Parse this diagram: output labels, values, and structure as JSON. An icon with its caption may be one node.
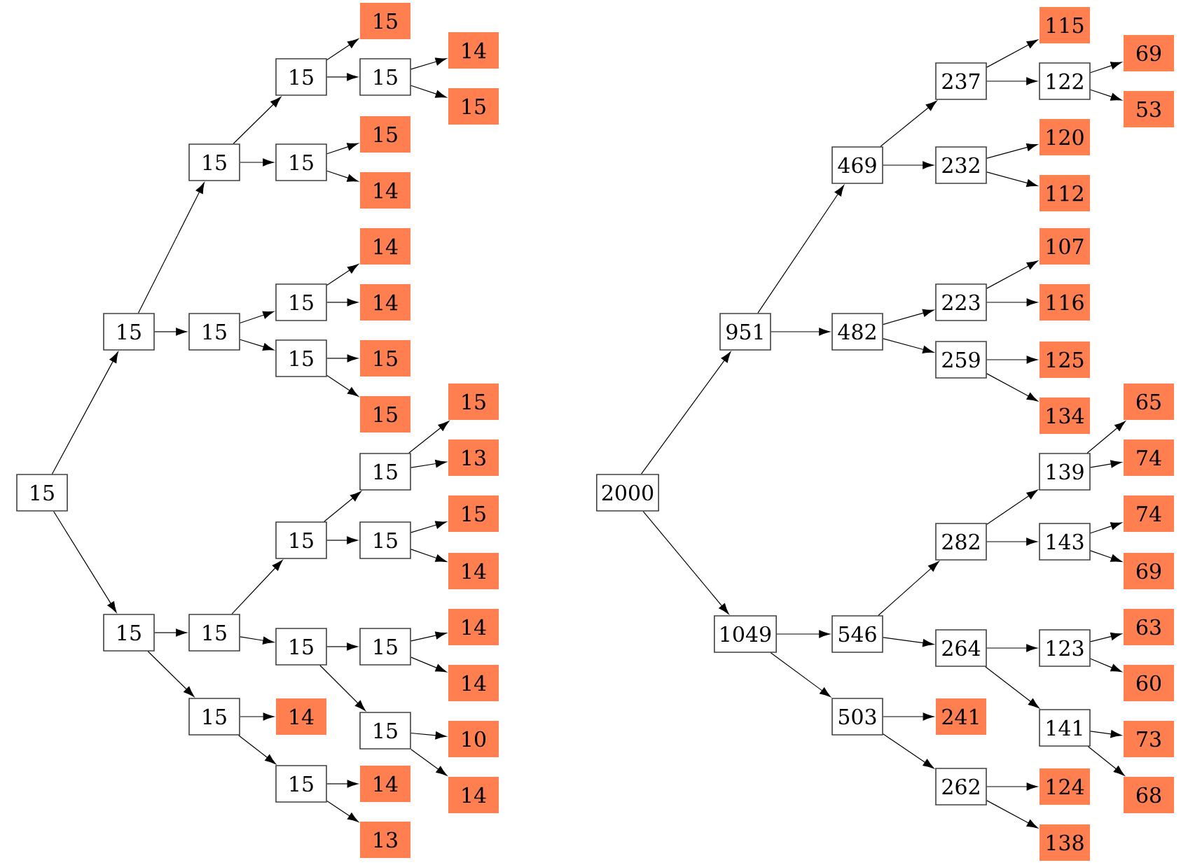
{
  "diagram": {
    "nodes": [
      {
        "text": [
          "15"
        ]
      },
      {
        "text": [
          "15"
        ]
      },
      {
        "text": [
          "15"
        ]
      },
      {
        "text": [
          "15"
        ]
      },
      {
        "text": [
          "15"
        ]
      },
      {
        "text": [
          "15"
        ]
      },
      {
        "text": [
          "14"
        ]
      },
      {
        "text": [
          "15"
        ]
      },
      {
        "text": [
          "15"
        ]
      },
      {
        "text": [
          "15"
        ]
      },
      {
        "text": [
          "14"
        ]
      },
      {
        "text": [
          "15"
        ]
      },
      {
        "text": [
          "15"
        ]
      },
      {
        "text": [
          "14"
        ]
      },
      {
        "text": [
          "14"
        ]
      },
      {
        "text": [
          "15"
        ]
      },
      {
        "text": [
          "15"
        ]
      },
      {
        "text": [
          "15"
        ]
      },
      {
        "text": [
          "15"
        ]
      },
      {
        "text": [
          "15"
        ]
      },
      {
        "text": [
          "15"
        ]
      },
      {
        "text": [
          "15"
        ]
      },
      {
        "text": [
          "15"
        ]
      },
      {
        "text": [
          "13"
        ]
      },
      {
        "text": [
          "15"
        ]
      },
      {
        "text": [
          "15"
        ]
      },
      {
        "text": [
          "14"
        ]
      },
      {
        "text": [
          "15"
        ]
      },
      {
        "text": [
          "15"
        ]
      },
      {
        "text": [
          "14"
        ]
      },
      {
        "text": [
          "14"
        ]
      },
      {
        "text": [
          "15"
        ]
      },
      {
        "text": [
          "10"
        ]
      },
      {
        "text": [
          "14"
        ]
      },
      {
        "text": [
          "15"
        ]
      },
      {
        "text": [
          "14"
        ]
      },
      {
        "text": [
          "15"
        ]
      },
      {
        "text": [
          "14"
        ]
      },
      {
        "text": [
          "13"
        ]
      },
      {
        "text": [
          "2000"
        ]
      },
      {
        "text": [
          "951"
        ]
      },
      {
        "text": [
          "469"
        ]
      },
      {
        "text": [
          "237"
        ]
      },
      {
        "text": [
          "115"
        ]
      },
      {
        "text": [
          "122"
        ]
      },
      {
        "text": [
          "69"
        ]
      },
      {
        "text": [
          "53"
        ]
      },
      {
        "text": [
          "232"
        ]
      },
      {
        "text": [
          "120"
        ]
      },
      {
        "text": [
          "112"
        ]
      },
      {
        "text": [
          "482"
        ]
      },
      {
        "text": [
          "223"
        ]
      },
      {
        "text": [
          "107"
        ]
      },
      {
        "text": [
          "116"
        ]
      },
      {
        "text": [
          "259"
        ]
      },
      {
        "text": [
          "125"
        ]
      },
      {
        "text": [
          "134"
        ]
      },
      {
        "text": [
          "1049"
        ]
      },
      {
        "text": [
          "546"
        ]
      },
      {
        "text": [
          "282"
        ]
      },
      {
        "text": [
          "139"
        ]
      },
      {
        "text": [
          "65"
        ]
      },
      {
        "text": [
          "74"
        ]
      },
      {
        "text": [
          "143"
        ]
      },
      {
        "text": [
          "74"
        ]
      },
      {
        "text": [
          "69"
        ]
      },
      {
        "text": [
          "264"
        ]
      },
      {
        "text": [
          "123"
        ]
      },
      {
        "text": [
          "63"
        ]
      },
      {
        "text": [
          "60"
        ]
      },
      {
        "text": [
          "141"
        ]
      },
      {
        "text": [
          "73"
        ]
      },
      {
        "text": [
          "68"
        ]
      },
      {
        "text": [
          "503"
        ]
      },
      {
        "text": [
          "241"
        ]
      },
      {
        "text": [
          "262"
        ]
      },
      {
        "text": [
          "124"
        ]
      },
      {
        "text": [
          "138"
        ]
      }
    ],
    "edges": [
      {
        "from": 0,
        "to": 1,
        "arrow": "to"
      },
      {
        "from": 1,
        "to": 2,
        "arrow": "to"
      },
      {
        "from": 2,
        "to": 3,
        "arrow": "to"
      },
      {
        "from": 3,
        "to": 4,
        "arrow": "to"
      },
      {
        "from": 3,
        "to": 5,
        "arrow": "to"
      },
      {
        "from": 5,
        "to": 6,
        "arrow": "to"
      },
      {
        "from": 5,
        "to": 7,
        "arrow": "to"
      },
      {
        "from": 2,
        "to": 8,
        "arrow": "to"
      },
      {
        "from": 8,
        "to": 9,
        "arrow": "to"
      },
      {
        "from": 8,
        "to": 10,
        "arrow": "to"
      },
      {
        "from": 1,
        "to": 11,
        "arrow": "to"
      },
      {
        "from": 11,
        "to": 12,
        "arrow": "to"
      },
      {
        "from": 12,
        "to": 13,
        "arrow": "to"
      },
      {
        "from": 12,
        "to": 14,
        "arrow": "to"
      },
      {
        "from": 11,
        "to": 15,
        "arrow": "to"
      },
      {
        "from": 15,
        "to": 16,
        "arrow": "to"
      },
      {
        "from": 15,
        "to": 17,
        "arrow": "to"
      },
      {
        "from": 0,
        "to": 18,
        "arrow": "to"
      },
      {
        "from": 18,
        "to": 19,
        "arrow": "to"
      },
      {
        "from": 19,
        "to": 20,
        "arrow": "to"
      },
      {
        "from": 20,
        "to": 21,
        "arrow": "to"
      },
      {
        "from": 21,
        "to": 22,
        "arrow": "to"
      },
      {
        "from": 21,
        "to": 23,
        "arrow": "to"
      },
      {
        "from": 20,
        "to": 24,
        "arrow": "to"
      },
      {
        "from": 24,
        "to": 25,
        "arrow": "to"
      },
      {
        "from": 24,
        "to": 26,
        "arrow": "to"
      },
      {
        "from": 19,
        "to": 27,
        "arrow": "to"
      },
      {
        "from": 27,
        "to": 28,
        "arrow": "to"
      },
      {
        "from": 28,
        "to": 29,
        "arrow": "to"
      },
      {
        "from": 28,
        "to": 30,
        "arrow": "to"
      },
      {
        "from": 27,
        "to": 31,
        "arrow": "to"
      },
      {
        "from": 31,
        "to": 32,
        "arrow": "to"
      },
      {
        "from": 31,
        "to": 33,
        "arrow": "to"
      },
      {
        "from": 18,
        "to": 34,
        "arrow": "to"
      },
      {
        "from": 34,
        "to": 35,
        "arrow": "to"
      },
      {
        "from": 34,
        "to": 36,
        "arrow": "to"
      },
      {
        "from": 36,
        "to": 37,
        "arrow": "to"
      },
      {
        "from": 36,
        "to": 38,
        "arrow": "to"
      },
      {
        "from": 39,
        "to": 40,
        "arrow": "to"
      },
      {
        "from": 40,
        "to": 41,
        "arrow": "to"
      },
      {
        "from": 41,
        "to": 42,
        "arrow": "to"
      },
      {
        "from": 42,
        "to": 43,
        "arrow": "to"
      },
      {
        "from": 42,
        "to": 44,
        "arrow": "to"
      },
      {
        "from": 44,
        "to": 45,
        "arrow": "to"
      },
      {
        "from": 44,
        "to": 46,
        "arrow": "to"
      },
      {
        "from": 41,
        "to": 47,
        "arrow": "to"
      },
      {
        "from": 47,
        "to": 48,
        "arrow": "to"
      },
      {
        "from": 47,
        "to": 49,
        "arrow": "to"
      },
      {
        "from": 40,
        "to": 50,
        "arrow": "to"
      },
      {
        "from": 50,
        "to": 51,
        "arrow": "to"
      },
      {
        "from": 51,
        "to": 52,
        "arrow": "to"
      },
      {
        "from": 51,
        "to": 53,
        "arrow": "to"
      },
      {
        "from": 50,
        "to": 54,
        "arrow": "to"
      },
      {
        "from": 54,
        "to": 55,
        "arrow": "to"
      },
      {
        "from": 54,
        "to": 56,
        "arrow": "to"
      },
      {
        "from": 39,
        "to": 57,
        "arrow": "to"
      },
      {
        "from": 57,
        "to": 58,
        "arrow": "to"
      },
      {
        "from": 58,
        "to": 59,
        "arrow": "to"
      },
      {
        "from": 59,
        "to": 60,
        "arrow": "to"
      },
      {
        "from": 60,
        "to": 61,
        "arrow": "to"
      },
      {
        "from": 60,
        "to": 62,
        "arrow": "to"
      },
      {
        "from": 59,
        "to": 63,
        "arrow": "to"
      },
      {
        "from": 63,
        "to": 64,
        "arrow": "to"
      },
      {
        "from": 63,
        "to": 65,
        "arrow": "to"
      },
      {
        "from": 58,
        "to": 66,
        "arrow": "to"
      },
      {
        "from": 66,
        "to": 67,
        "arrow": "to"
      },
      {
        "from": 67,
        "to": 68,
        "arrow": "to"
      },
      {
        "from": 67,
        "to": 69,
        "arrow": "to"
      },
      {
        "from": 66,
        "to": 70,
        "arrow": "to"
      },
      {
        "from": 70,
        "to": 71,
        "arrow": "to"
      },
      {
        "from": 70,
        "to": 72,
        "arrow": "to"
      },
      {
        "from": 57,
        "to": 73,
        "arrow": "to"
      },
      {
        "from": 73,
        "to": 74,
        "arrow": "to"
      },
      {
        "from": 73,
        "to": 75,
        "arrow": "to"
      },
      {
        "from": 75,
        "to": 76,
        "arrow": "to"
      },
      {
        "from": 75,
        "to": 77,
        "arrow": "to"
      }
    ]
  }
}
